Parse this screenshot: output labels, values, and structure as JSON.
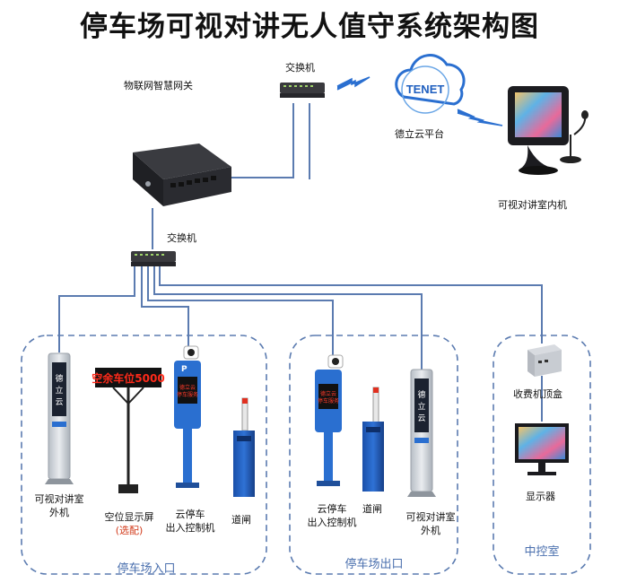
{
  "title": "停车场可视对讲无人值守系统架构图",
  "labels": {
    "gateway": "物联网智慧网关",
    "switch_top": "交换机",
    "switch_mid": "交换机",
    "cloud": "德立云平台",
    "cloud_logo": "TENET",
    "indoor_unit": "可视对讲室内机",
    "entry_intercom": [
      "可视对讲室",
      "外机"
    ],
    "vacancy_sign_text": "空余车位5000",
    "vacancy_screen": "空位显示屏",
    "vacancy_note": "(选配)",
    "entry_controller": [
      "云停车",
      "出入控制机"
    ],
    "entry_gate": "道闸",
    "exit_controller": [
      "云停车",
      "出入控制机"
    ],
    "exit_gate": "道闸",
    "exit_intercom": [
      "可视对讲室",
      "外机"
    ],
    "toll_box": "收费机顶盒",
    "monitor": "显示器",
    "intercom_post_text": "德立云",
    "controller_screen_text": "德立云\n停车服务"
  },
  "zones": {
    "entry": "停车场入口",
    "exit": "停车场出口",
    "control": "中控室"
  },
  "colors": {
    "line": "#5b7bb0",
    "dash": "#5b7bb0",
    "zone_text": "#4a6fae",
    "device_dark": "#1e1e22",
    "gate_blue": "#1f5fbf",
    "led_red": "#ff2a1a",
    "note_red": "#d23a1a"
  }
}
